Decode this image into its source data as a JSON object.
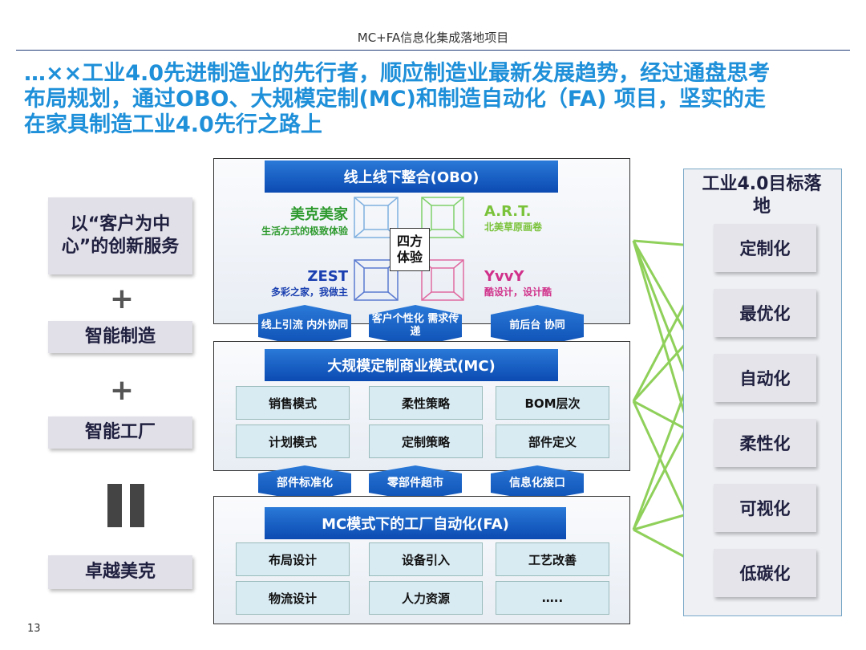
{
  "header": {
    "title": "MC+FA信息化集成落地项目"
  },
  "headline": {
    "line1": "…××工业4.0先进制造业的先行者，顺应制造业最新发展趋势，经过通盘思考",
    "line2": "布局规划，通过OBO、大规模定制(MC)和制造自动化（FA) 项目，坚实的走",
    "line3": "在家具制造工业4.0先行之路上"
  },
  "left": {
    "customer": "以“客户为中心”的创新服务",
    "plus1": "+",
    "smart_mfg": "智能制造",
    "plus2": "+",
    "smart_factory": "智能工厂",
    "equals": "=",
    "result": "卓越美克"
  },
  "obo": {
    "banner": "线上线下整合(OBO)",
    "center": "四方体验",
    "tl_title": "美克美家",
    "tl_sub": "生活方式的极致体验",
    "tr_title": "A.R.T.",
    "tr_sub": "北美草原画卷",
    "bl_title": "ZEST",
    "bl_sub": "多彩之家，我做主",
    "br_title": "YvvY",
    "br_sub": "酷设计，设计酷"
  },
  "links_top": [
    "线上引流 内外协同",
    "客户个性化 需求传递",
    "前后台 协同"
  ],
  "mc": {
    "banner": "大规模定制商业模式(MC)",
    "cells": [
      "销售模式",
      "柔性策略",
      "BOM层次",
      "计划模式",
      "定制策略",
      "部件定义"
    ]
  },
  "links_bottom": [
    "部件标准化",
    "零部件超市",
    "信息化接口"
  ],
  "fa": {
    "banner": "MC模式下的工厂自动化(FA)",
    "cells": [
      "布局设计",
      "设备引入",
      "工艺改善",
      "物流设计",
      "人力资源",
      "….."
    ]
  },
  "goals": {
    "title": "工业4.0目标落地",
    "items": [
      "定制化",
      "最优化",
      "自动化",
      "柔性化",
      "可视化",
      "低碳化"
    ]
  },
  "page_number": "13",
  "colors": {
    "headline": "#1e8fd9",
    "banner": "#0b4ab2",
    "arrow": "#8fd05a",
    "cell": "#d8eaf2"
  }
}
